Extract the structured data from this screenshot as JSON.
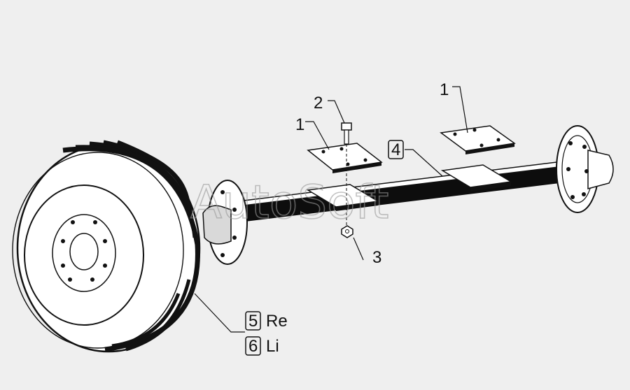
{
  "watermark": "AutoSoft",
  "callouts": {
    "plate_upper_right": "1",
    "plate_upper_left": "1",
    "bolt": "2",
    "nut": "3",
    "axle_beam": "4",
    "wheel_right_num": "5",
    "wheel_right_text": "Re",
    "wheel_left_num": "6",
    "wheel_left_text": "Li"
  },
  "colors": {
    "background": "#efefef",
    "line": "#111111",
    "beam": "#0d0d0d"
  }
}
